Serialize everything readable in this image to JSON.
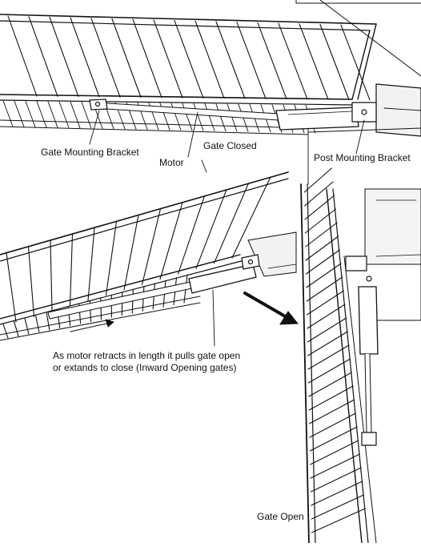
{
  "labels": {
    "gate_mounting_bracket": "Gate Mounting Bracket",
    "gate_closed": "Gate Closed",
    "motor": "Motor",
    "post_mounting_bracket": "Post Mounting Bracket",
    "gate_open": "Gate Open"
  },
  "caption": {
    "line1": "As motor retracts in length it pulls gate open",
    "line2": "or extands to close (Inward Opening gates)"
  },
  "colors": {
    "ink": "#111111",
    "background": "#ffffff",
    "shade": "#e6e6e6"
  }
}
